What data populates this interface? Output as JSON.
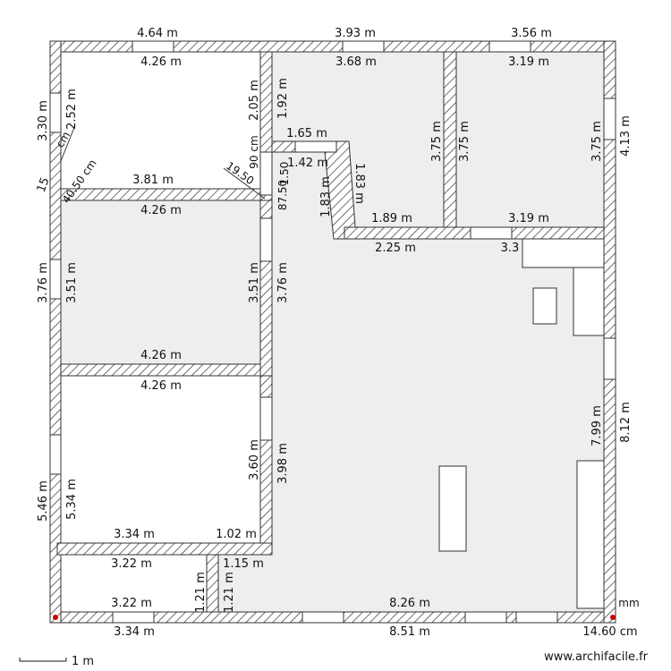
{
  "colors": {
    "wall_hatch": "#333333",
    "room_fill": "#eeeeee",
    "furniture_fill": "#ffffff",
    "marker": "#cc0000"
  },
  "dimensions": {
    "top_outer_left": "4.64 m",
    "top_outer_mid": "3.93 m",
    "top_outer_right": "3.56 m",
    "room1_top_inner": "4.26 m",
    "room2_top_inner": "3.68 m",
    "room3_top_inner": "3.19 m",
    "left_outer_top": "3.30 m",
    "room1_left_inner": "2.52 m",
    "room1_right_inner": "2.05 m",
    "room2_left_inner": "1.92 m",
    "room2_right_inner": "3.75 m",
    "room3_left_inner": "3.75 m",
    "room3_right_inner": "3.75 m",
    "right_outer_top": "4.13 m",
    "diag_15": "15",
    "diag_cm": "cm",
    "diag_40cm": "40.50 cm",
    "diag_1950": "19.50",
    "diag_90": "90 cm",
    "diag_150": "1.50",
    "diag_8750": "87.50",
    "room1_bottom_inner": "3.81 m",
    "step_165": "1.65 m",
    "step_142": "1.42 m",
    "slant_183_a": "1.83 m",
    "slant_183_b": "1.83 m",
    "room2_bottom_inner": "1.89 m",
    "room2_bottom_outer": "2.25 m",
    "room3_bottom_inner": "3.19 m",
    "room3_bottom_cut": "3.3",
    "room4_top": "4.26 m",
    "room4_left_outer": "3.76 m",
    "room4_left_inner": "3.51 m",
    "room4_right_inner": "3.51 m",
    "room4_right_outer": "3.76 m",
    "room4_bottom": "4.26 m",
    "room5_top": "4.26 m",
    "room5_right_inner": "3.60 m",
    "room5_right_outer": "3.98 m",
    "left_outer_bottom": "5.46 m",
    "room5_left_inner": "5.34 m",
    "room5_bottom_left": "3.34 m",
    "room5_bottom_right": "1.02 m",
    "room6_top": "3.22 m",
    "hall_115": "1.15 m",
    "room6_bottom": "3.22 m",
    "room6_right": "1.21 m",
    "hall_121": "1.21 m",
    "living_bottom_inner": "8.26 m",
    "living_right_inner": "7.99 m",
    "right_outer_bottom": "8.12 m",
    "corner_mm": "mm",
    "bottom_outer_left": "3.34 m",
    "bottom_outer_mid": "8.51 m",
    "bottom_outer_right": "14.60 cm"
  },
  "scale_label": "1 m",
  "credit": "www.archifacile.fr"
}
